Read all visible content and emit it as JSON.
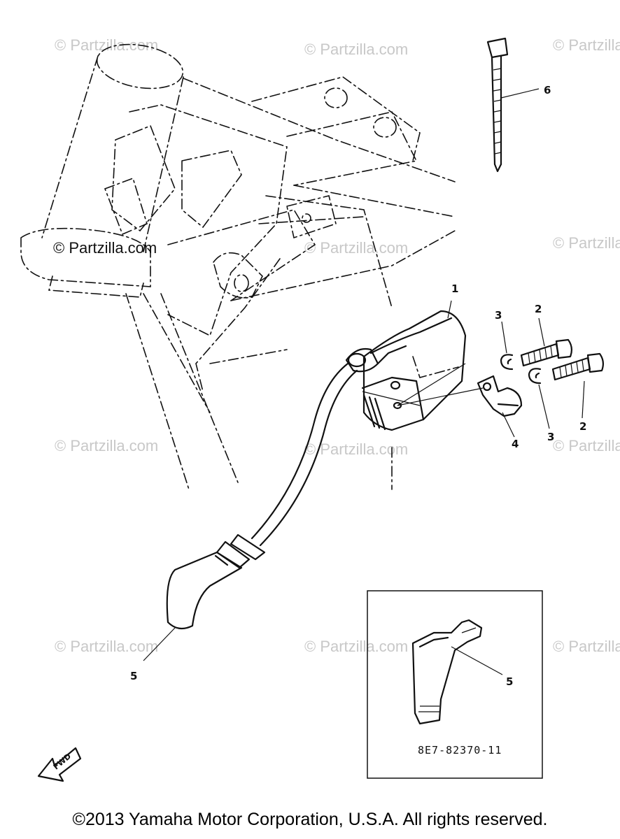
{
  "watermark": "© Partzilla.com",
  "watermark_main": "© Partzilla.com",
  "callouts": {
    "coil": "1",
    "bolt_a": "2",
    "bolt_b": "2",
    "washer_a": "3",
    "washer_b": "3",
    "bracket": "4",
    "plug_cap": "5",
    "inset_plug_cap": "5",
    "cable_tie": "6"
  },
  "inset_code": "8E7-82370-11",
  "fwd_label": "FWD",
  "copyright": "©2013 Yamaha Motor Corporation, U.S.A. All rights reserved."
}
